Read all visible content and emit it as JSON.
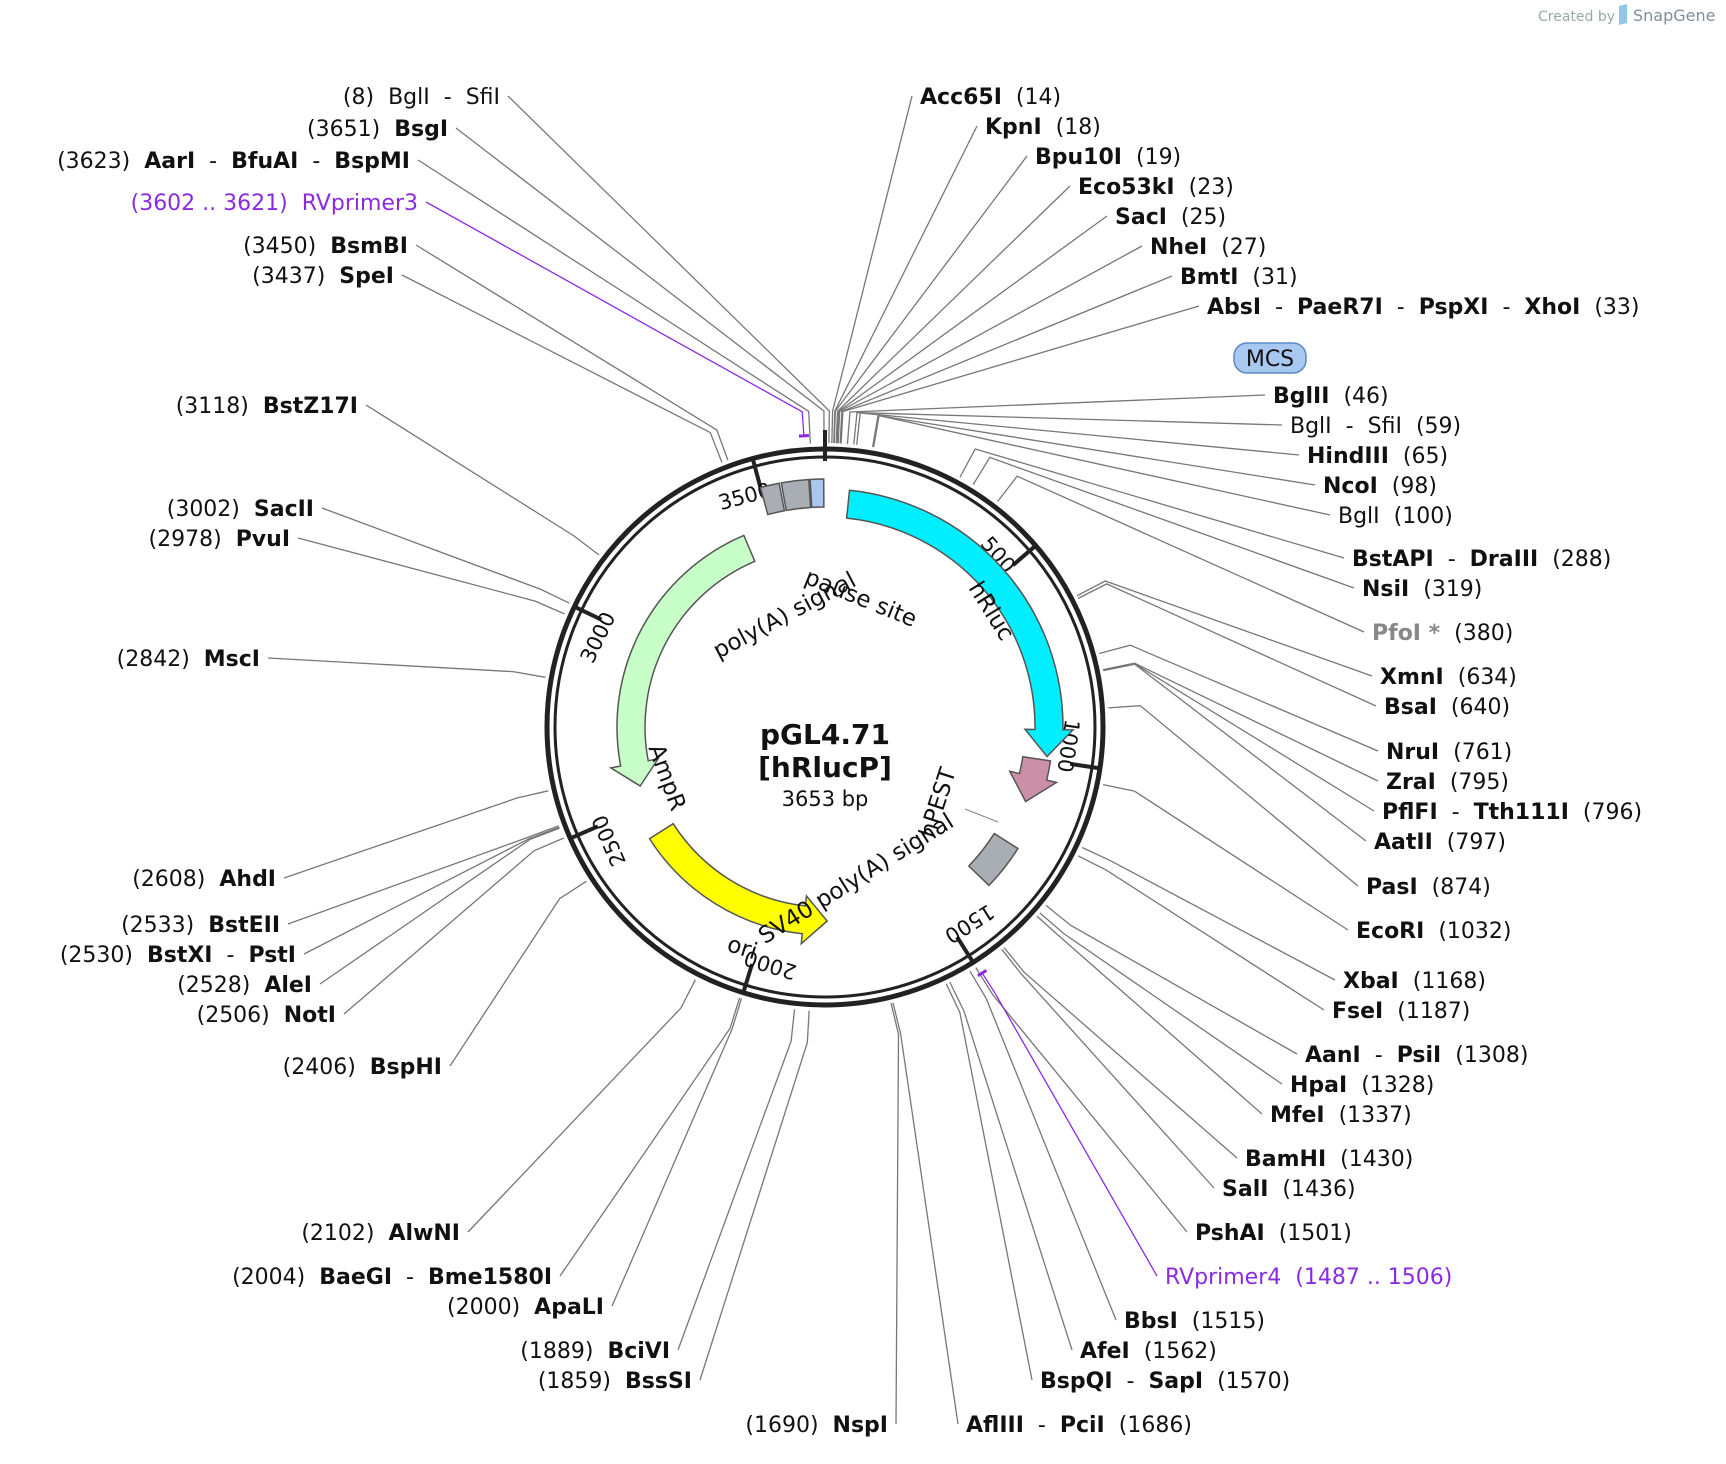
{
  "credit": {
    "prefix": "Created by",
    "brand": "SnapGene",
    "logo_icon": "snapgene-logo-icon"
  },
  "plasmid": {
    "name_line1": "pGL4.71",
    "name_line2": "[hRlucP]",
    "size_label": "3653 bp",
    "length": 3653
  },
  "ticks": [
    {
      "pos": 500,
      "label": "500"
    },
    {
      "pos": 1000,
      "label": "1000"
    },
    {
      "pos": 1500,
      "label": "1500"
    },
    {
      "pos": 2000,
      "label": "2000"
    },
    {
      "pos": 2500,
      "label": "2500"
    },
    {
      "pos": 3000,
      "label": "3000"
    },
    {
      "pos": 3500,
      "label": "3500"
    }
  ],
  "features": [
    {
      "name": "hRluc",
      "label": "hRluc",
      "start": 60,
      "end": 990,
      "color": "#00eeff",
      "direction": 1
    },
    {
      "name": "hPEST",
      "label": "hPEST",
      "start": 1000,
      "end": 1120,
      "color": "#cc8fa8",
      "direction": 1
    },
    {
      "name": "SV40 poly(A) signal",
      "label": "SV40 poly(A) signal",
      "start": 1240,
      "end": 1360,
      "color": "#a9aeb4",
      "direction": 0
    },
    {
      "name": "ori",
      "label": "ori",
      "start": 1820,
      "end": 2410,
      "color": "#ffff00",
      "direction": -1
    },
    {
      "name": "AmpR",
      "label": "AmpR",
      "start": 2560,
      "end": 3420,
      "color": "#c8ffc8",
      "direction": -1
    },
    {
      "name": "poly(A) signal",
      "label": "poly(A) signal",
      "start": 3500,
      "end": 3545,
      "color": "#a9aeb4",
      "direction": 0
    },
    {
      "name": "pause site",
      "label": "pause site",
      "start": 3550,
      "end": 3615,
      "color": "#a9aeb4",
      "direction": 0
    },
    {
      "name": "MCS-block",
      "label": "",
      "start": 3618,
      "end": 3650,
      "color": "#a8c8f0",
      "direction": 0
    }
  ],
  "sites": [
    {
      "side": "R",
      "parts": [
        {
          "t": "Acc65I",
          "s": "enz"
        },
        {
          "t": "(14)",
          "s": "pos"
        }
      ],
      "pos": 14
    },
    {
      "side": "R",
      "parts": [
        {
          "t": "KpnI",
          "s": "enz"
        },
        {
          "t": "(18)",
          "s": "pos"
        }
      ],
      "pos": 18
    },
    {
      "side": "R",
      "parts": [
        {
          "t": "Bpu10I",
          "s": "enz"
        },
        {
          "t": "(19)",
          "s": "pos"
        }
      ],
      "pos": 19
    },
    {
      "side": "R",
      "parts": [
        {
          "t": "Eco53kI",
          "s": "enz"
        },
        {
          "t": "(23)",
          "s": "pos"
        }
      ],
      "pos": 23
    },
    {
      "side": "R",
      "parts": [
        {
          "t": "SacI",
          "s": "enz"
        },
        {
          "t": "(25)",
          "s": "pos"
        }
      ],
      "pos": 25
    },
    {
      "side": "R",
      "parts": [
        {
          "t": "NheI",
          "s": "enz"
        },
        {
          "t": "(27)",
          "s": "pos"
        }
      ],
      "pos": 27
    },
    {
      "side": "R",
      "parts": [
        {
          "t": "BmtI",
          "s": "enz"
        },
        {
          "t": "(31)",
          "s": "pos"
        }
      ],
      "pos": 31
    },
    {
      "side": "R",
      "parts": [
        {
          "t": "AbsI",
          "s": "enz"
        },
        {
          "t": "-",
          "s": "pos"
        },
        {
          "t": "PaeR7I",
          "s": "enz"
        },
        {
          "t": "-",
          "s": "pos"
        },
        {
          "t": "PspXI",
          "s": "enz"
        },
        {
          "t": "-",
          "s": "pos"
        },
        {
          "t": "XhoI",
          "s": "enz"
        },
        {
          "t": "(33)",
          "s": "pos"
        }
      ],
      "pos": 33
    },
    {
      "side": "R",
      "parts": [
        {
          "t": "BglII",
          "s": "enz"
        },
        {
          "t": "(46)",
          "s": "pos"
        }
      ],
      "pos": 46
    },
    {
      "side": "R",
      "parts": [
        {
          "t": "BglI",
          "s": "pos"
        },
        {
          "t": "-",
          "s": "pos"
        },
        {
          "t": "SfiI",
          "s": "pos"
        },
        {
          "t": "(59)",
          "s": "pos"
        }
      ],
      "pos": 59
    },
    {
      "side": "R",
      "parts": [
        {
          "t": "HindIII",
          "s": "enz"
        },
        {
          "t": "(65)",
          "s": "pos"
        }
      ],
      "pos": 65
    },
    {
      "side": "R",
      "parts": [
        {
          "t": "NcoI",
          "s": "enz"
        },
        {
          "t": "(98)",
          "s": "pos"
        }
      ],
      "pos": 98
    },
    {
      "side": "R",
      "parts": [
        {
          "t": "BglI",
          "s": "pos"
        },
        {
          "t": "(100)",
          "s": "pos"
        }
      ],
      "pos": 100
    },
    {
      "side": "R",
      "parts": [
        {
          "t": "BstAPI",
          "s": "enz"
        },
        {
          "t": "-",
          "s": "pos"
        },
        {
          "t": "DraIII",
          "s": "enz"
        },
        {
          "t": "(288)",
          "s": "pos"
        }
      ],
      "pos": 288
    },
    {
      "side": "R",
      "parts": [
        {
          "t": "NsiI",
          "s": "enz"
        },
        {
          "t": "(319)",
          "s": "pos"
        }
      ],
      "pos": 319
    },
    {
      "side": "R",
      "parts": [
        {
          "t": "PfoI *",
          "s": "gray"
        },
        {
          "t": "(380)",
          "s": "pos"
        }
      ],
      "pos": 380
    },
    {
      "side": "R",
      "parts": [
        {
          "t": "XmnI",
          "s": "enz"
        },
        {
          "t": "(634)",
          "s": "pos"
        }
      ],
      "pos": 634
    },
    {
      "side": "R",
      "parts": [
        {
          "t": "BsaI",
          "s": "enz"
        },
        {
          "t": "(640)",
          "s": "pos"
        }
      ],
      "pos": 640
    },
    {
      "side": "R",
      "parts": [
        {
          "t": "NruI",
          "s": "enz"
        },
        {
          "t": "(761)",
          "s": "pos"
        }
      ],
      "pos": 761
    },
    {
      "side": "R",
      "parts": [
        {
          "t": "ZraI",
          "s": "enz"
        },
        {
          "t": "(795)",
          "s": "pos"
        }
      ],
      "pos": 795
    },
    {
      "side": "R",
      "parts": [
        {
          "t": "PflFI",
          "s": "enz"
        },
        {
          "t": "-",
          "s": "pos"
        },
        {
          "t": "Tth111I",
          "s": "enz"
        },
        {
          "t": "(796)",
          "s": "pos"
        }
      ],
      "pos": 796
    },
    {
      "side": "R",
      "parts": [
        {
          "t": "AatII",
          "s": "enz"
        },
        {
          "t": "(797)",
          "s": "pos"
        }
      ],
      "pos": 797
    },
    {
      "side": "R",
      "parts": [
        {
          "t": "PasI",
          "s": "enz"
        },
        {
          "t": "(874)",
          "s": "pos"
        }
      ],
      "pos": 874
    },
    {
      "side": "R",
      "parts": [
        {
          "t": "EcoRI",
          "s": "enz"
        },
        {
          "t": "(1032)",
          "s": "pos"
        }
      ],
      "pos": 1032
    },
    {
      "side": "R",
      "parts": [
        {
          "t": "XbaI",
          "s": "enz"
        },
        {
          "t": "(1168)",
          "s": "pos"
        }
      ],
      "pos": 1168
    },
    {
      "side": "R",
      "parts": [
        {
          "t": "FseI",
          "s": "enz"
        },
        {
          "t": "(1187)",
          "s": "pos"
        }
      ],
      "pos": 1187
    },
    {
      "side": "R",
      "parts": [
        {
          "t": "AanI",
          "s": "enz"
        },
        {
          "t": "-",
          "s": "pos"
        },
        {
          "t": "PsiI",
          "s": "enz"
        },
        {
          "t": "(1308)",
          "s": "pos"
        }
      ],
      "pos": 1308
    },
    {
      "side": "R",
      "parts": [
        {
          "t": "HpaI",
          "s": "enz"
        },
        {
          "t": "(1328)",
          "s": "pos"
        }
      ],
      "pos": 1328
    },
    {
      "side": "R",
      "parts": [
        {
          "t": "MfeI",
          "s": "enz"
        },
        {
          "t": "(1337)",
          "s": "pos"
        }
      ],
      "pos": 1337
    },
    {
      "side": "R",
      "parts": [
        {
          "t": "BamHI",
          "s": "enz"
        },
        {
          "t": "(1430)",
          "s": "pos"
        }
      ],
      "pos": 1430
    },
    {
      "side": "R",
      "parts": [
        {
          "t": "SalI",
          "s": "enz"
        },
        {
          "t": "(1436)",
          "s": "pos"
        }
      ],
      "pos": 1436
    },
    {
      "side": "R",
      "parts": [
        {
          "t": "PshAI",
          "s": "enz"
        },
        {
          "t": "(1501)",
          "s": "pos"
        }
      ],
      "pos": 1501
    },
    {
      "side": "R",
      "parts": [
        {
          "t": "RVprimer4",
          "s": "purple"
        },
        {
          "t": "(1487 .. 1506)",
          "s": "purple"
        }
      ],
      "pos": 1496,
      "primer": true
    },
    {
      "side": "R",
      "parts": [
        {
          "t": "BbsI",
          "s": "enz"
        },
        {
          "t": "(1515)",
          "s": "pos"
        }
      ],
      "pos": 1515
    },
    {
      "side": "R",
      "parts": [
        {
          "t": "AfeI",
          "s": "enz"
        },
        {
          "t": "(1562)",
          "s": "pos"
        }
      ],
      "pos": 1562
    },
    {
      "side": "R",
      "parts": [
        {
          "t": "BspQI",
          "s": "enz"
        },
        {
          "t": "-",
          "s": "pos"
        },
        {
          "t": "SapI",
          "s": "enz"
        },
        {
          "t": "(1570)",
          "s": "pos"
        }
      ],
      "pos": 1570
    },
    {
      "side": "R",
      "parts": [
        {
          "t": "AflIII",
          "s": "enz"
        },
        {
          "t": "-",
          "s": "pos"
        },
        {
          "t": "PciI",
          "s": "enz"
        },
        {
          "t": "(1686)",
          "s": "pos"
        }
      ],
      "pos": 1686
    },
    {
      "side": "L",
      "parts": [
        {
          "t": "(1690)",
          "s": "pos"
        },
        {
          "t": "NspI",
          "s": "enz"
        }
      ],
      "pos": 1690
    },
    {
      "side": "L",
      "parts": [
        {
          "t": "(1859)",
          "s": "pos"
        },
        {
          "t": "BssSI",
          "s": "enz"
        }
      ],
      "pos": 1859
    },
    {
      "side": "L",
      "parts": [
        {
          "t": "(1889)",
          "s": "pos"
        },
        {
          "t": "BciVI",
          "s": "enz"
        }
      ],
      "pos": 1889
    },
    {
      "side": "L",
      "parts": [
        {
          "t": "(2000)",
          "s": "pos"
        },
        {
          "t": "ApaLI",
          "s": "enz"
        }
      ],
      "pos": 2000
    },
    {
      "side": "L",
      "parts": [
        {
          "t": "(2004)",
          "s": "pos"
        },
        {
          "t": "BaeGI",
          "s": "enz"
        },
        {
          "t": "-",
          "s": "pos"
        },
        {
          "t": "Bme1580I",
          "s": "enz"
        }
      ],
      "pos": 2004
    },
    {
      "side": "L",
      "parts": [
        {
          "t": "(2102)",
          "s": "pos"
        },
        {
          "t": "AlwNI",
          "s": "enz"
        }
      ],
      "pos": 2102
    },
    {
      "side": "L",
      "parts": [
        {
          "t": "(2406)",
          "s": "pos"
        },
        {
          "t": "BspHI",
          "s": "enz"
        }
      ],
      "pos": 2406
    },
    {
      "side": "L",
      "parts": [
        {
          "t": "(2506)",
          "s": "pos"
        },
        {
          "t": "NotI",
          "s": "enz"
        }
      ],
      "pos": 2506
    },
    {
      "side": "L",
      "parts": [
        {
          "t": "(2528)",
          "s": "pos"
        },
        {
          "t": "AleI",
          "s": "enz"
        }
      ],
      "pos": 2528
    },
    {
      "side": "L",
      "parts": [
        {
          "t": "(2530)",
          "s": "pos"
        },
        {
          "t": "BstXI",
          "s": "enz"
        },
        {
          "t": "-",
          "s": "pos"
        },
        {
          "t": "PstI",
          "s": "enz"
        }
      ],
      "pos": 2530
    },
    {
      "side": "L",
      "parts": [
        {
          "t": "(2533)",
          "s": "pos"
        },
        {
          "t": "BstEII",
          "s": "enz"
        }
      ],
      "pos": 2533
    },
    {
      "side": "L",
      "parts": [
        {
          "t": "(2608)",
          "s": "pos"
        },
        {
          "t": "AhdI",
          "s": "enz"
        }
      ],
      "pos": 2608
    },
    {
      "side": "L",
      "parts": [
        {
          "t": "(2842)",
          "s": "pos"
        },
        {
          "t": "MscI",
          "s": "enz"
        }
      ],
      "pos": 2842
    },
    {
      "side": "L",
      "parts": [
        {
          "t": "(2978)",
          "s": "pos"
        },
        {
          "t": "PvuI",
          "s": "enz"
        }
      ],
      "pos": 2978
    },
    {
      "side": "L",
      "parts": [
        {
          "t": "(3002)",
          "s": "pos"
        },
        {
          "t": "SacII",
          "s": "enz"
        }
      ],
      "pos": 3002
    },
    {
      "side": "L",
      "parts": [
        {
          "t": "(3118)",
          "s": "pos"
        },
        {
          "t": "BstZ17I",
          "s": "enz"
        }
      ],
      "pos": 3118
    },
    {
      "side": "L",
      "parts": [
        {
          "t": "(3437)",
          "s": "pos"
        },
        {
          "t": "SpeI",
          "s": "enz"
        }
      ],
      "pos": 3437
    },
    {
      "side": "L",
      "parts": [
        {
          "t": "(3450)",
          "s": "pos"
        },
        {
          "t": "BsmBI",
          "s": "enz"
        }
      ],
      "pos": 3450
    },
    {
      "side": "L",
      "parts": [
        {
          "t": "(3602 .. 3621)",
          "s": "purple"
        },
        {
          "t": "RVprimer3",
          "s": "purple"
        }
      ],
      "pos": 3611,
      "primer": true
    },
    {
      "side": "L",
      "parts": [
        {
          "t": "(3623)",
          "s": "pos"
        },
        {
          "t": "AarI",
          "s": "enz"
        },
        {
          "t": "-",
          "s": "pos"
        },
        {
          "t": "BfuAI",
          "s": "enz"
        },
        {
          "t": "-",
          "s": "pos"
        },
        {
          "t": "BspMI",
          "s": "enz"
        }
      ],
      "pos": 3623
    },
    {
      "side": "L",
      "parts": [
        {
          "t": "(3651)",
          "s": "pos"
        },
        {
          "t": "BsgI",
          "s": "enz"
        }
      ],
      "pos": 3651
    },
    {
      "side": "L",
      "parts": [
        {
          "t": "(8)",
          "s": "pos"
        },
        {
          "t": "BglI",
          "s": "pos"
        },
        {
          "t": "-",
          "s": "pos"
        },
        {
          "t": "SfiI",
          "s": "pos"
        }
      ],
      "pos": 8
    }
  ],
  "mcs": {
    "label": "MCS",
    "color": "#a8c8f0"
  }
}
